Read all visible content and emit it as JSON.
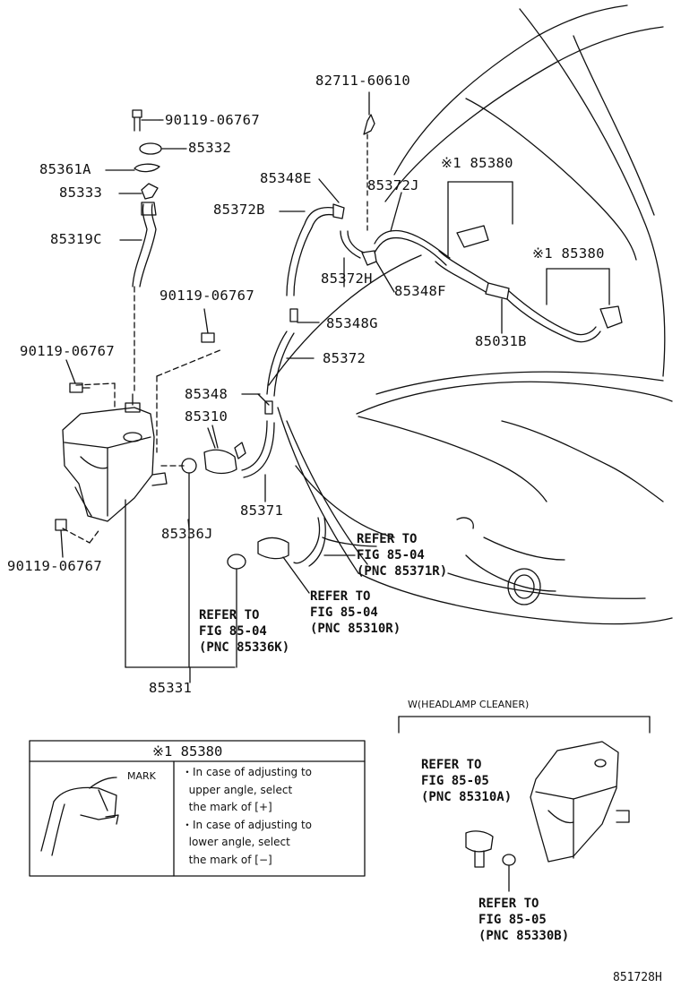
{
  "labels": {
    "p82711": "82711-60610",
    "p90119_top": "90119-06767",
    "p85332": "85332",
    "p85361A": "85361A",
    "p85333": "85333",
    "p85319C": "85319C",
    "p85348E": "85348E",
    "p85380_a": "※1 85380",
    "p85372J": "85372J",
    "p85372B": "85372B",
    "p85380_b": "※1 85380",
    "p85372H": "85372H",
    "p85348F": "85348F",
    "p90119_mid": "90119-06767",
    "p85348G": "85348G",
    "p85031B": "85031B",
    "p90119_left": "90119-06767",
    "p85372": "85372",
    "p85348": "85348",
    "p85310": "85310",
    "p85371": "85371",
    "p85336J": "85336J",
    "p90119_bottom": "90119-06767",
    "p85331": "85331"
  },
  "refs": {
    "r85371R": "REFER TO\nFIG 85-04\n(PNC 85371R)",
    "r85310R": "REFER TO\nFIG 85-04\n(PNC 85310R)",
    "r85336K": "REFER TO\nFIG 85-04\n(PNC 85336K)",
    "r85310A": "REFER TO\nFIG 85-05\n(PNC 85310A)",
    "r85330B": "REFER TO\nFIG 85-05\n(PNC 85330B)"
  },
  "note_box": {
    "title": "※1 85380",
    "mark_label": "MARK",
    "text": "・In case of adjusting to\n  upper angle, select\n  the mark of [+]\n・In case of adjusting to\n  lower angle, select\n  the mark of [−]"
  },
  "headlamp_label": "W(HEADLAMP CLEANER)",
  "figure_id": "851728H"
}
